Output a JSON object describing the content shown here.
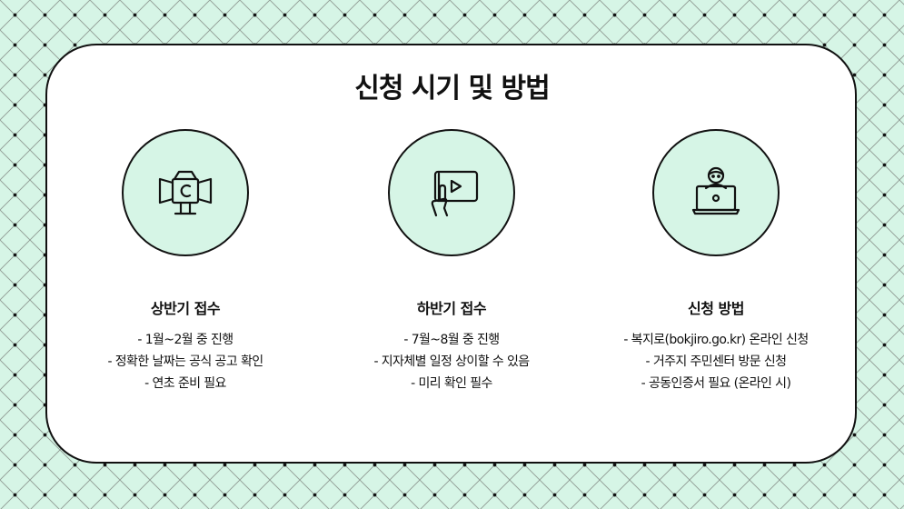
{
  "title": "신청 시기 및 방법",
  "columns": [
    {
      "icon": "film-light-icon",
      "heading": "상반기 접수",
      "items": [
        "- 1월~2월 중 진행",
        "- 정확한 날짜는 공식 공고 확인",
        "- 연초 준비 필요"
      ]
    },
    {
      "icon": "tablet-video-icon",
      "heading": "하반기 접수",
      "items": [
        "- 7월~8월 중 진행",
        "- 지자체별 일정 상이할 수 있음",
        "- 미리 확인 필수"
      ]
    },
    {
      "icon": "person-laptop-icon",
      "heading": "신청 방법",
      "items": [
        "- 복지로(bokjiro.go.kr) 온라인 신청",
        "- 거주지 주민센터 방문 신청",
        "- 공동인증서 필요 (온라인 시)"
      ]
    }
  ]
}
